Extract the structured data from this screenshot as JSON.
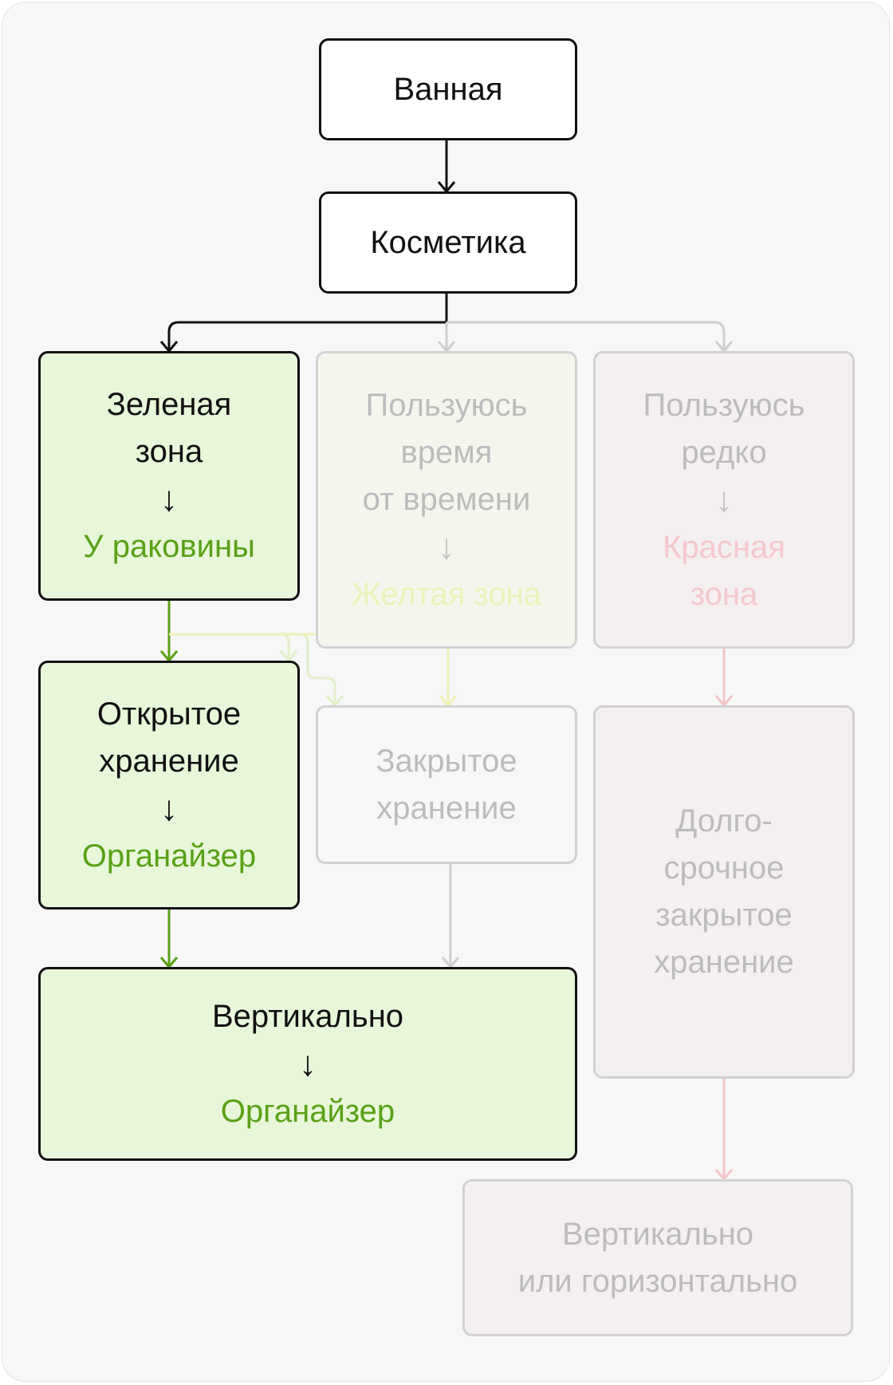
{
  "nodes": {
    "bathroom": {
      "label": "Ванная"
    },
    "cosmetics": {
      "label": "Косметика"
    },
    "green_zone": {
      "lines": [
        "Зеленая",
        "зона"
      ],
      "arrow": "↓",
      "result": "У раковины"
    },
    "yellow_zone": {
      "lines": [
        "Пользуюсь",
        "время",
        "от времени"
      ],
      "arrow": "↓",
      "result": "Желтая зона"
    },
    "red_zone": {
      "lines": [
        "Пользуюсь",
        "редко"
      ],
      "arrow": "↓",
      "result": [
        "Красная",
        "зона"
      ]
    },
    "open_storage": {
      "lines": [
        "Открытое",
        "хранение"
      ],
      "arrow": "↓",
      "result": "Органайзер"
    },
    "closed_storage": {
      "lines": [
        "Закрытое",
        "хранение"
      ]
    },
    "long_term_storage": {
      "lines": [
        "Долго-",
        "срочное",
        "закрытое",
        "хранение"
      ]
    },
    "vertical": {
      "label": "Вертикально",
      "arrow": "↓",
      "result": "Органайзер"
    },
    "vertical_or_horizontal": {
      "lines": [
        "Вертикально",
        "или горизонтально"
      ]
    }
  },
  "colors": {
    "active_border": "#111111",
    "active_green_fill": "#e8f6d9",
    "accent_green": "#5aa117",
    "faded_text": "#bcbcbc",
    "accent_yellow": "#ecf2b9",
    "accent_pink": "#f4c8cd"
  }
}
